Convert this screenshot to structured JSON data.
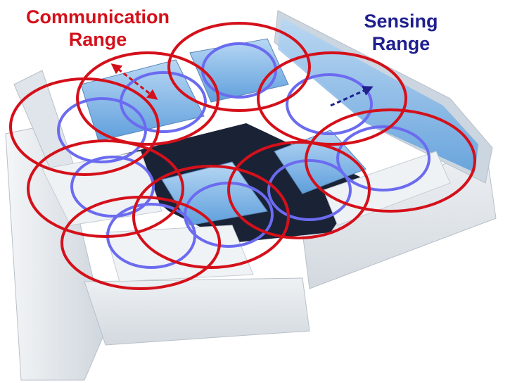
{
  "labels": {
    "communication": {
      "line1": "Communication",
      "line2": "Range"
    },
    "sensing": {
      "line1": "Sensing",
      "line2": "Range"
    }
  },
  "colors": {
    "communication": "#d4101a",
    "sensing": "#1f1f8f",
    "sensing_ring": "#6b6bf0",
    "floor": "#1a2236",
    "wall": "#e4e9ee",
    "glass": "#7fb4e6"
  }
}
